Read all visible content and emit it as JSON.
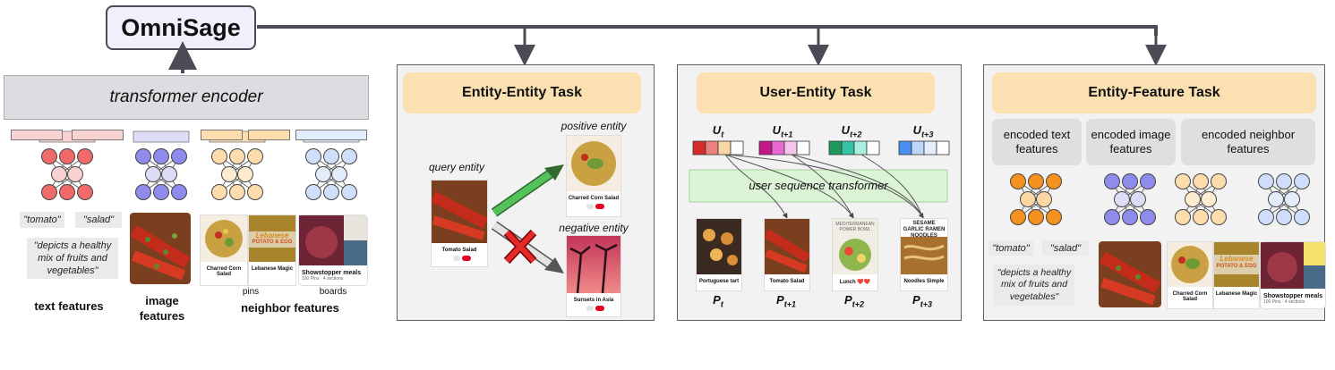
{
  "brand": "OmniSage",
  "encoder": "transformer encoder",
  "left": {
    "chip_tomato": "\"tomato\"",
    "chip_salad": "\"salad\"",
    "description": "\"depicts a healthy mix of fruits and vegetables\"",
    "cap_text": "text features",
    "cap_image": "image features",
    "cap_pins": "pins",
    "cap_boards": "boards",
    "cap_neighbor": "neighbor features",
    "pin_corn": "Charred Corn Salad",
    "pin_leb": "Lebanese Magic",
    "board_title": "Showstopper meals",
    "board_meta": "100 Pins · 4 sections",
    "leb_overlay_1": "Lebanese",
    "leb_overlay_2": "POTATO & EGG"
  },
  "ee": {
    "title": "Entity-Entity Task",
    "query": "query entity",
    "positive": "positive entity",
    "negative": "negative entity",
    "pin_query": "Tomato Salad",
    "pin_pos": "Charred Corn Salad",
    "pin_neg": "Sunsets in Asia"
  },
  "ue": {
    "title": "User-Entity Task",
    "u_labels": [
      {
        "main": "U",
        "sub": "t"
      },
      {
        "main": "U",
        "sub": "t+1"
      },
      {
        "main": "U",
        "sub": "t+2"
      },
      {
        "main": "U",
        "sub": "t+3"
      }
    ],
    "transformer": "user sequence transformer",
    "p_labels": [
      {
        "main": "P",
        "sub": "t"
      },
      {
        "main": "P",
        "sub": "t+1"
      },
      {
        "main": "P",
        "sub": "t+2"
      },
      {
        "main": "P",
        "sub": "t+3"
      }
    ],
    "pins": [
      "Portuguese tart",
      "Tomato Salad",
      "Lunch ❤️❤️",
      "Noodles Simple"
    ],
    "pin_overlays": [
      "MEDITERRANEAN POWER BOWL",
      "SESAME GARLIC RAMEN NOODLES"
    ]
  },
  "ef": {
    "title": "Entity-Feature Task",
    "enc_text": "encoded text features",
    "enc_image": "encoded image features",
    "enc_neighbor": "encoded neighbor features",
    "chip_tomato": "\"tomato\"",
    "chip_salad": "\"salad\"",
    "description": "\"depicts a healthy mix of fruits and vegetables\"",
    "pin_corn": "Charred Corn Salad",
    "pin_leb": "Lebanese Magic",
    "board_title": "Showstopper meals",
    "board_meta": "100 Pins · 4 sections",
    "leb_overlay_1": "Lebanese",
    "leb_overlay_2": "POTATO & EGG"
  },
  "colors": {
    "red": "#f06a6a",
    "red_light": "#f8d2d3",
    "purple": "#8f8bed",
    "purple_light": "#dcdcf7",
    "peach": "#fddcae",
    "peach_light": "#fdeccf",
    "blue": "#cfdffb",
    "blue_light": "#e3ecfb",
    "orange": "#f5921f",
    "orange_light": "#fcd7a4"
  }
}
